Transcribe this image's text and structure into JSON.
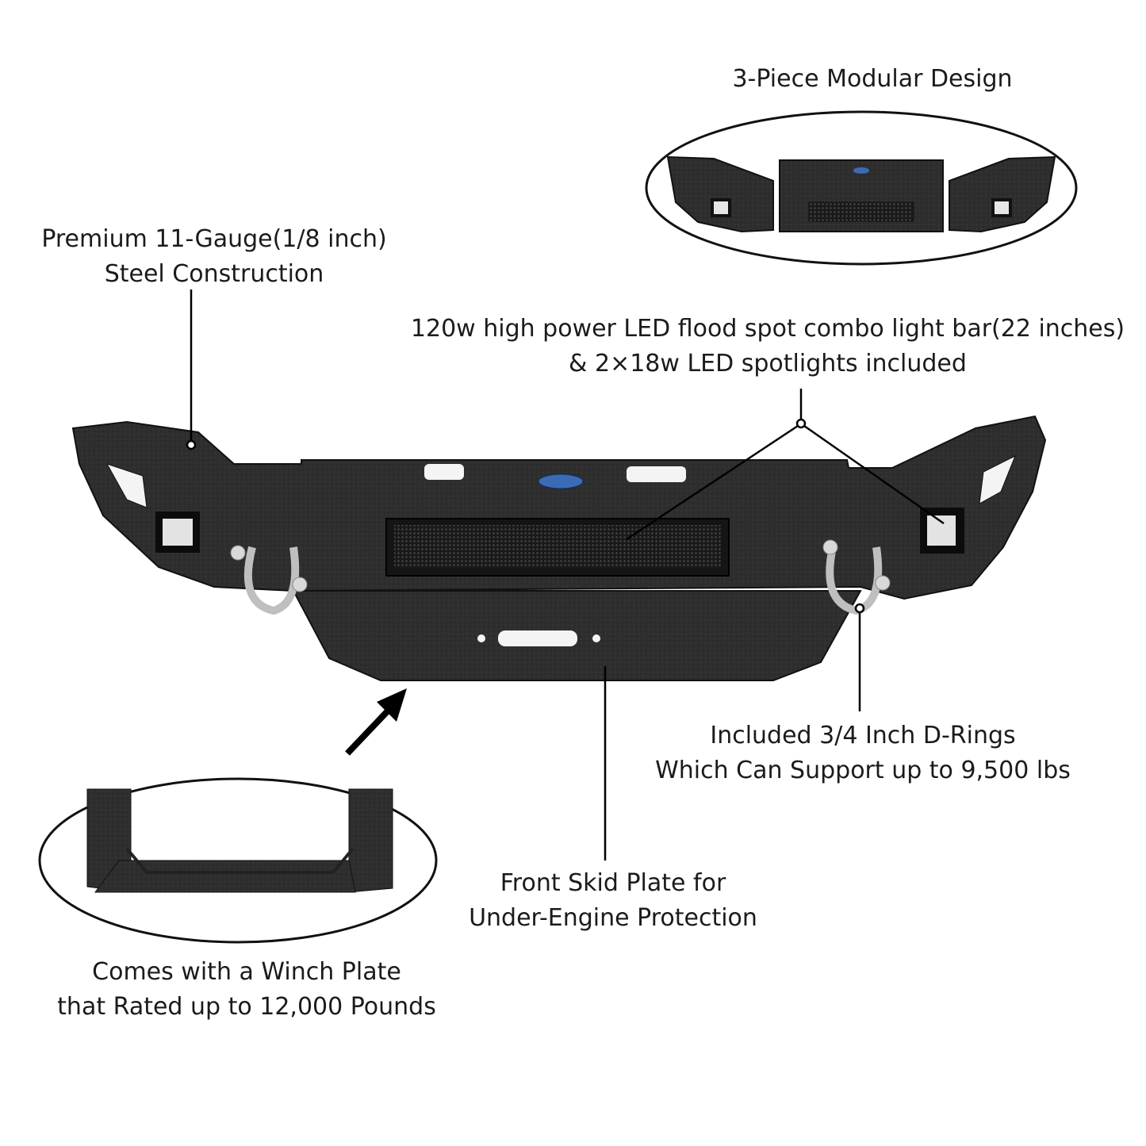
{
  "callouts": {
    "modular_design": {
      "line1": "3-Piece Modular Design"
    },
    "steel": {
      "line1": "Premium 11-Gauge(1/8 inch)",
      "line2": "Steel Construction"
    },
    "light_bar": {
      "line1": "120w high power LED flood spot combo light bar(22 inches)",
      "line2": "& 2×18w LED spotlights included"
    },
    "d_rings": {
      "line1": "Included 3/4 Inch D-Rings",
      "line2": "Which Can Support up to 9,500 lbs"
    },
    "skid_plate": {
      "line1": "Front Skid Plate for",
      "line2": "Under-Engine Protection"
    },
    "winch_plate": {
      "line1": "Comes with a Winch Plate",
      "line2": "that Rated up to 12,000 Pounds"
    }
  },
  "colors": {
    "background": "#ffffff",
    "bumper": "#2b2b2b",
    "bumper_light": "#3a3a3a",
    "text": "#1b1b1b"
  },
  "icons": [
    "bumper-illustration",
    "modular-bumper-illustration",
    "winch-plate-illustration",
    "arrow-icon"
  ]
}
